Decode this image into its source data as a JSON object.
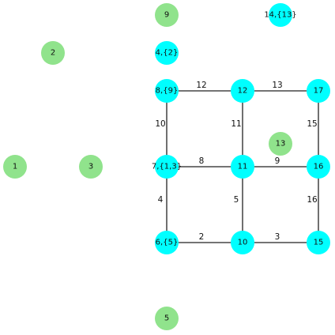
{
  "diagram": {
    "colors": {
      "cyan_node": "#00ffff",
      "green_node": "#90e38c",
      "edge": "#222222"
    },
    "nodes": [
      {
        "id": "1",
        "label": "1",
        "color": "green"
      },
      {
        "id": "2",
        "label": "2",
        "color": "green"
      },
      {
        "id": "3",
        "label": "3",
        "color": "green"
      },
      {
        "id": "5",
        "label": "5",
        "color": "green"
      },
      {
        "id": "9",
        "label": "9",
        "color": "green"
      },
      {
        "id": "13",
        "label": "13",
        "color": "green"
      },
      {
        "id": "14",
        "label": "14,{13}",
        "color": "cyan"
      },
      {
        "id": "4",
        "label": "4,{2}",
        "color": "cyan"
      },
      {
        "id": "8",
        "label": "8,{9}",
        "color": "cyan"
      },
      {
        "id": "12",
        "label": "12",
        "color": "cyan"
      },
      {
        "id": "17",
        "label": "17",
        "color": "cyan"
      },
      {
        "id": "7",
        "label": "7,{1,3}",
        "color": "cyan"
      },
      {
        "id": "11",
        "label": "11",
        "color": "cyan"
      },
      {
        "id": "16",
        "label": "16",
        "color": "cyan"
      },
      {
        "id": "6",
        "label": "6,{5}",
        "color": "cyan"
      },
      {
        "id": "10",
        "label": "10",
        "color": "cyan"
      },
      {
        "id": "15",
        "label": "15",
        "color": "cyan"
      }
    ],
    "edges": [
      {
        "from": "8",
        "to": "12",
        "label": "12"
      },
      {
        "from": "12",
        "to": "17",
        "label": "13"
      },
      {
        "from": "8",
        "to": "7",
        "label": "10"
      },
      {
        "from": "12",
        "to": "11",
        "label": "11"
      },
      {
        "from": "17",
        "to": "16",
        "label": "15"
      },
      {
        "from": "7",
        "to": "11",
        "label": "8"
      },
      {
        "from": "11",
        "to": "16",
        "label": "9"
      },
      {
        "from": "7",
        "to": "6",
        "label": "4"
      },
      {
        "from": "11",
        "to": "10",
        "label": "5"
      },
      {
        "from": "16",
        "to": "15",
        "label": "16"
      },
      {
        "from": "6",
        "to": "10",
        "label": "2"
      },
      {
        "from": "10",
        "to": "15",
        "label": "3"
      }
    ]
  }
}
